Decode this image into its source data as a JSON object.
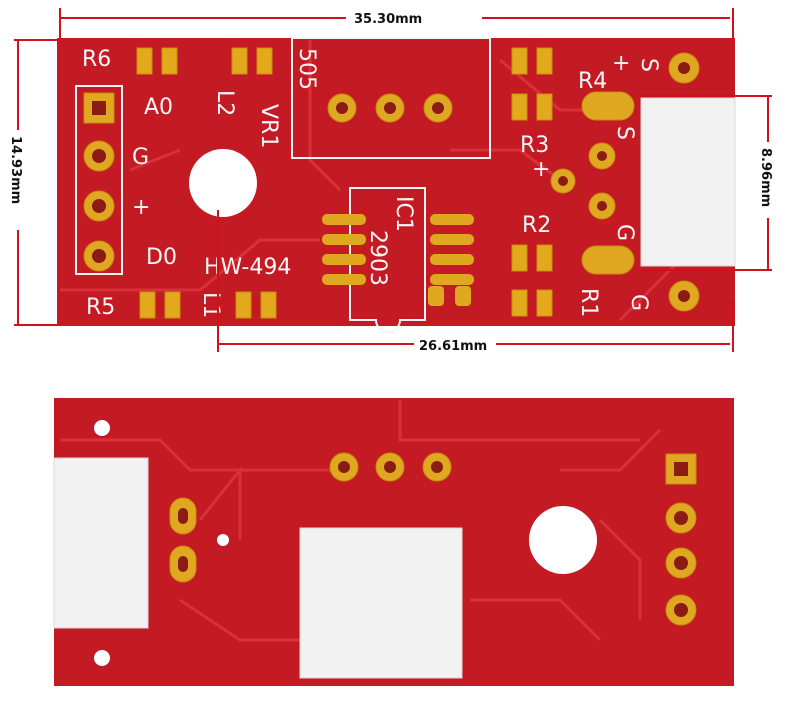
{
  "dimensions": {
    "overall_width": "35.30mm",
    "overall_height": "14.93mm",
    "connector_height": "8.96mm",
    "mount_span": "26.61mm"
  },
  "silkscreen": {
    "r6": "R6",
    "a0": "A0",
    "l2": "L2",
    "vr1": "VR1",
    "pot_code": "505",
    "g_left": "G",
    "plus_left": "+",
    "d0": "D0",
    "board_id": "HW-494",
    "ic_ref": "IC1",
    "ic_code": "2903",
    "r5": "R5",
    "l1": "L1",
    "r4": "R4",
    "s_top": "S",
    "plus_top": "+",
    "r3": "R3",
    "s_conn": "S",
    "plus_mid": "+",
    "r2": "R2",
    "g_conn": "G",
    "r1": "R1",
    "g_bottom": "G"
  },
  "colors": {
    "pcb": "#c41a24",
    "trace": "#d9303a",
    "pad": "#e3a91c",
    "silkscreen": "#f6f6f6",
    "dimension_line": "#d0101c"
  }
}
